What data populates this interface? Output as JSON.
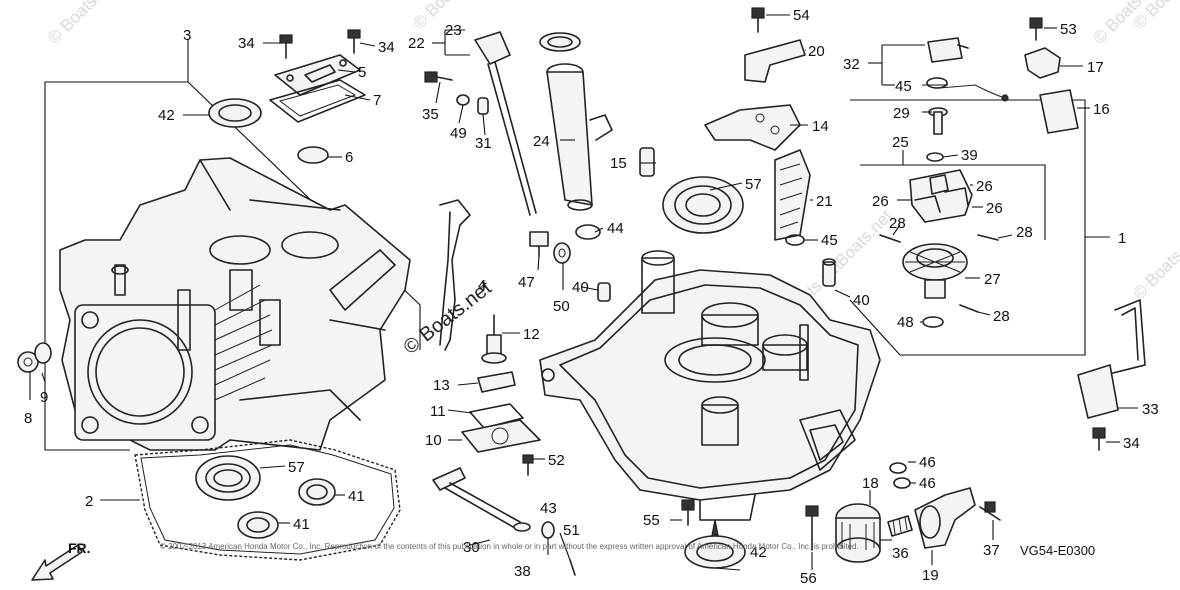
{
  "diagram": {
    "drawing_code": "VG54-E0300",
    "direction_label": "FR.",
    "copyright": "© 2002-2013 American Honda Motor Co., Inc. Reproduction of the contents of this publication in whole or in part without the express written approval of American Honda Motor Co., Inc. is prohibited.",
    "watermarks": [
      "© Boats.net",
      "© Boats.net",
      "© Boats.net",
      "© Boats.net",
      "© Boats.net",
      "© Boats.net",
      "© Boats.net",
      "© Boats.net"
    ]
  },
  "callouts": {
    "c1": "1",
    "c2": "2",
    "c3": "3",
    "c4": "4",
    "c5": "5",
    "c6": "6",
    "c7": "7",
    "c8": "8",
    "c9": "9",
    "c10": "10",
    "c11": "11",
    "c12": "12",
    "c13": "13",
    "c14": "14",
    "c15": "15",
    "c16": "16",
    "c17": "17",
    "c18": "18",
    "c19": "19",
    "c20": "20",
    "c21": "21",
    "c22": "22",
    "c23": "23",
    "c24": "24",
    "c25": "25",
    "c26a": "26",
    "c26b": "26",
    "c26c": "26",
    "c27": "27",
    "c28a": "28",
    "c28b": "28",
    "c28c": "28",
    "c29": "29",
    "c30": "30",
    "c31": "31",
    "c32": "32",
    "c33": "33",
    "c34a": "34",
    "c34b": "34",
    "c34c": "34",
    "c35": "35",
    "c36": "36",
    "c37": "37",
    "c38": "38",
    "c39": "39",
    "c40a": "40",
    "c40b": "40",
    "c41a": "41",
    "c41b": "41",
    "c42a": "42",
    "c42b": "42",
    "c43": "43",
    "c44": "44",
    "c45a": "45",
    "c45b": "45",
    "c46a": "46",
    "c46b": "46",
    "c47": "47",
    "c48": "48",
    "c49": "49",
    "c50": "50",
    "c51": "51",
    "c52": "52",
    "c53": "53",
    "c54": "54",
    "c55": "55",
    "c56": "56",
    "c57a": "57",
    "c57b": "57"
  }
}
